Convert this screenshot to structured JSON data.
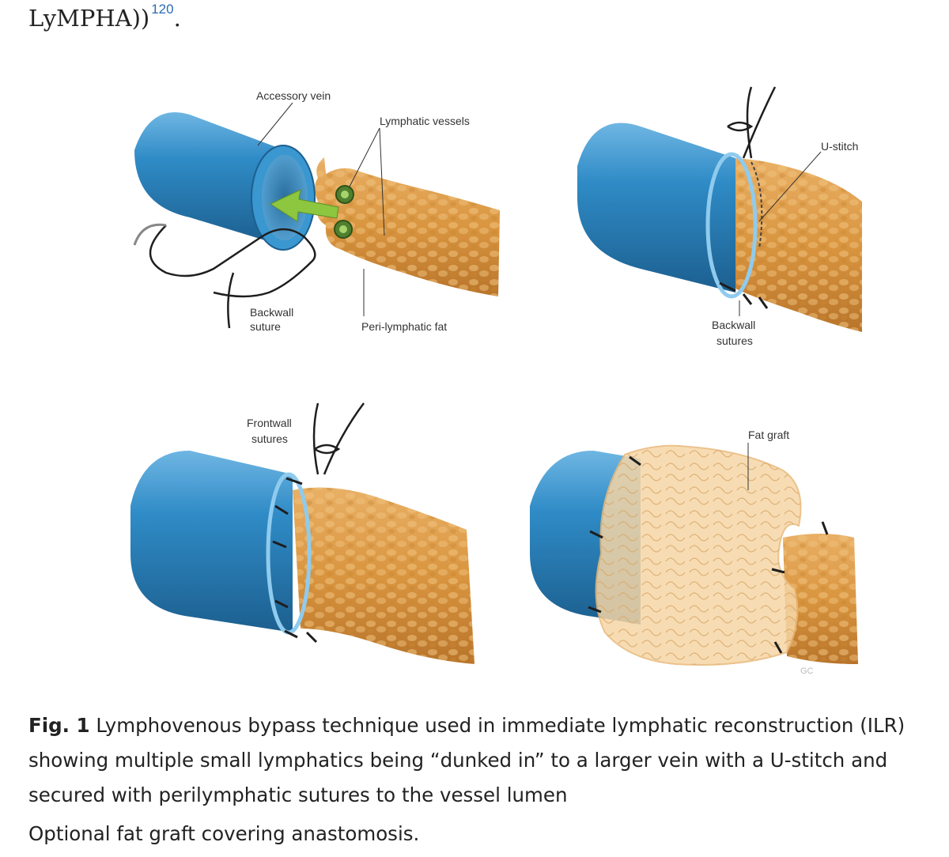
{
  "top_text": {
    "text": "LyMPHA))",
    "superscript": "120",
    "trailing": "."
  },
  "figure": {
    "panel_a": {
      "accessory_vein": "Accessory vein",
      "lymphatic_vessels": "Lymphatic vessels",
      "backwall_suture_line1": "Backwall",
      "backwall_suture_line2": "suture",
      "peri_lymphatic_fat": "Peri-lymphatic fat"
    },
    "panel_b": {
      "u_stitch": "U-stitch",
      "backwall_sutures_line1": "Backwall",
      "backwall_sutures_line2": "sutures"
    },
    "panel_c": {
      "frontwall_sutures_line1": "Frontwall",
      "frontwall_sutures_line2": "sutures"
    },
    "panel_d": {
      "fat_graft": "Fat graft",
      "signature": "GC"
    },
    "colors": {
      "vein": "#2f8bc6",
      "vein_dark": "#1c5f8f",
      "fat": "#d9953f",
      "fat_light": "#f0c27e",
      "arrow": "#8dc63f",
      "graft": "#f6d6a6"
    }
  },
  "caption": {
    "label": "Fig. 1",
    "text": "Lymphovenous bypass technique used in immediate lymphatic reconstruction (ILR) showing multiple small lymphatics being “dunked in” to a larger vein with a U-stitch and secured with perilymphatic sutures to the vessel lumen"
  },
  "note": "Optional fat graft covering anastomosis."
}
